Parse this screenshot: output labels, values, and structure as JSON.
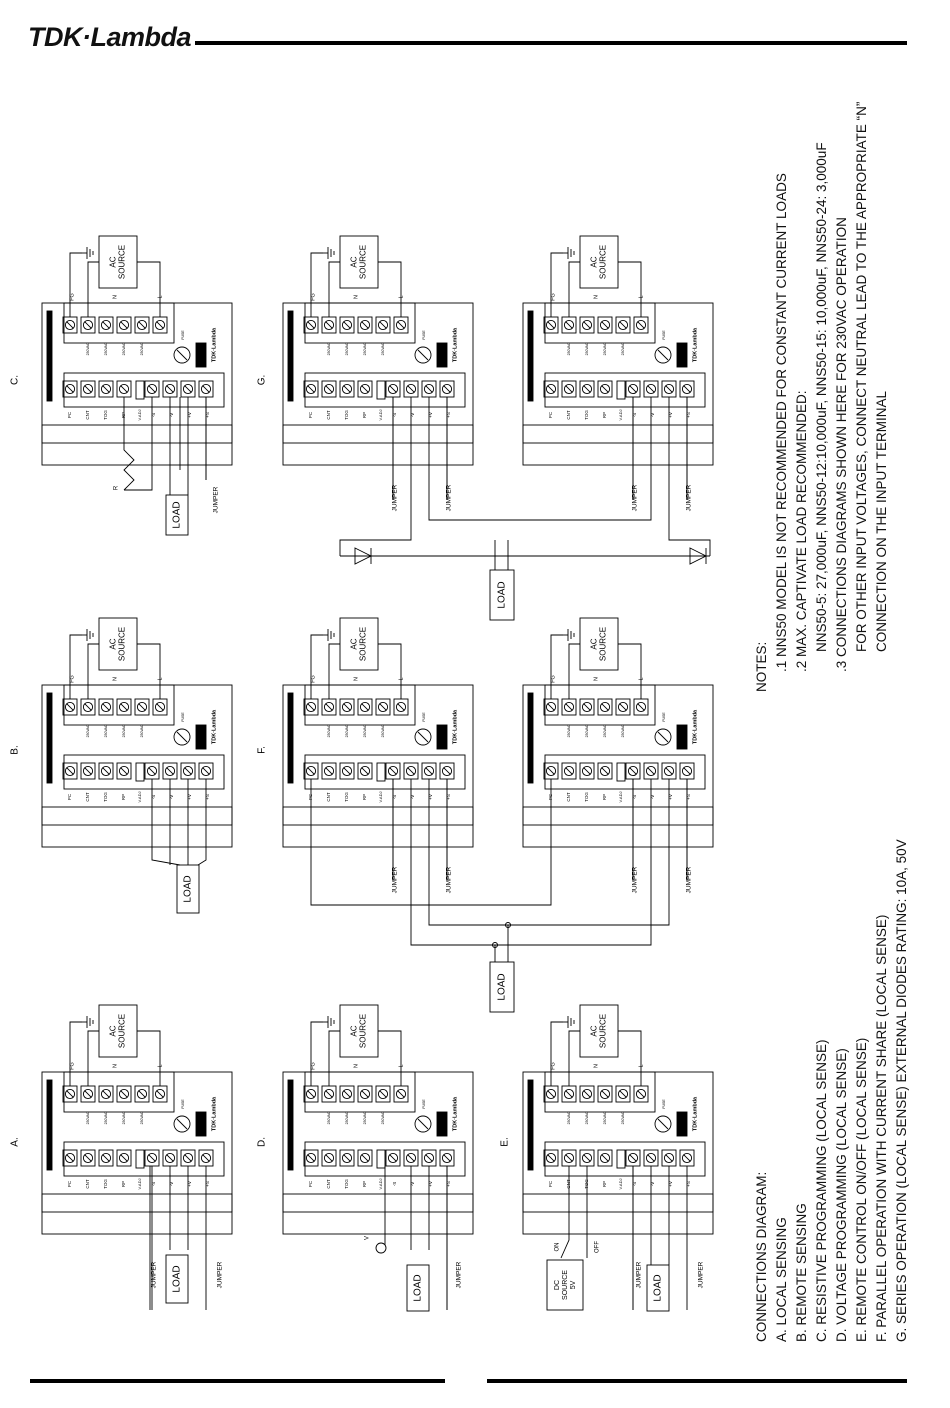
{
  "header": {
    "logo_text": "TDK·Lambda"
  },
  "panel_letters": [
    "A.",
    "B.",
    "C.",
    "D.",
    "E.",
    "F.",
    "G."
  ],
  "unit": {
    "pins_left": [
      "PC",
      "CNT",
      "TOG",
      "RP",
      "V.ADJ",
      "-S",
      "-V",
      "+V",
      "+S"
    ],
    "pins_right": [
      "FG",
      "N",
      "L"
    ],
    "brand": "TDK·Lambda",
    "fuse": "FUSE"
  },
  "labels": {
    "ac_source": "AC SOURCE",
    "load": "LOAD",
    "jumper": "JUMPER",
    "dc_source": "DC SOURCE 5V",
    "on": "ON",
    "off": "OFF",
    "r": "R",
    "v": "V"
  },
  "connections": {
    "title": "CONNECTIONS DIAGRAM:",
    "items": [
      "A.  LOCAL SENSING",
      "B.  REMOTE SENSING",
      "C.  RESISTIVE PROGRAMMING (LOCAL SENSE)",
      "D.  VOLTAGE PROGRAMMING (LOCAL SENSE)",
      "E.  REMOTE CONTROL ON/OFF (LOCAL SENSE)",
      "F.  PARALLEL OPERATION WITH CURRENT SHARE (LOCAL SENSE)",
      "G.  SERIES OPERATION (LOCAL SENSE) EXTERNAL DIODES  RATING: 10A, 50V"
    ]
  },
  "notes": {
    "title": "NOTES:",
    "lines": [
      ".1  NNS50 MODEL IS NOT RECOMMENDED FOR CONSTANT CURRENT LOADS",
      ".2  MAX. CAPTIVATE LOAD RECOMMENDED:",
      "NNS50-5: 27,000uF, NNS50-12:10,000uF, NNS50-15: 10,000uF, NNS50-24: 3,000uF",
      ".3  CONNECTIONS DIAGRAMS SHOWN HERE FOR 230VAC OPERATION",
      "FOR OTHER INPUT VOLTAGES, CONNECT NEUTRAL LEAD TO THE APPROPRIATE “N”",
      "CONNECTION ON THE INPUT TERMINAL"
    ]
  }
}
